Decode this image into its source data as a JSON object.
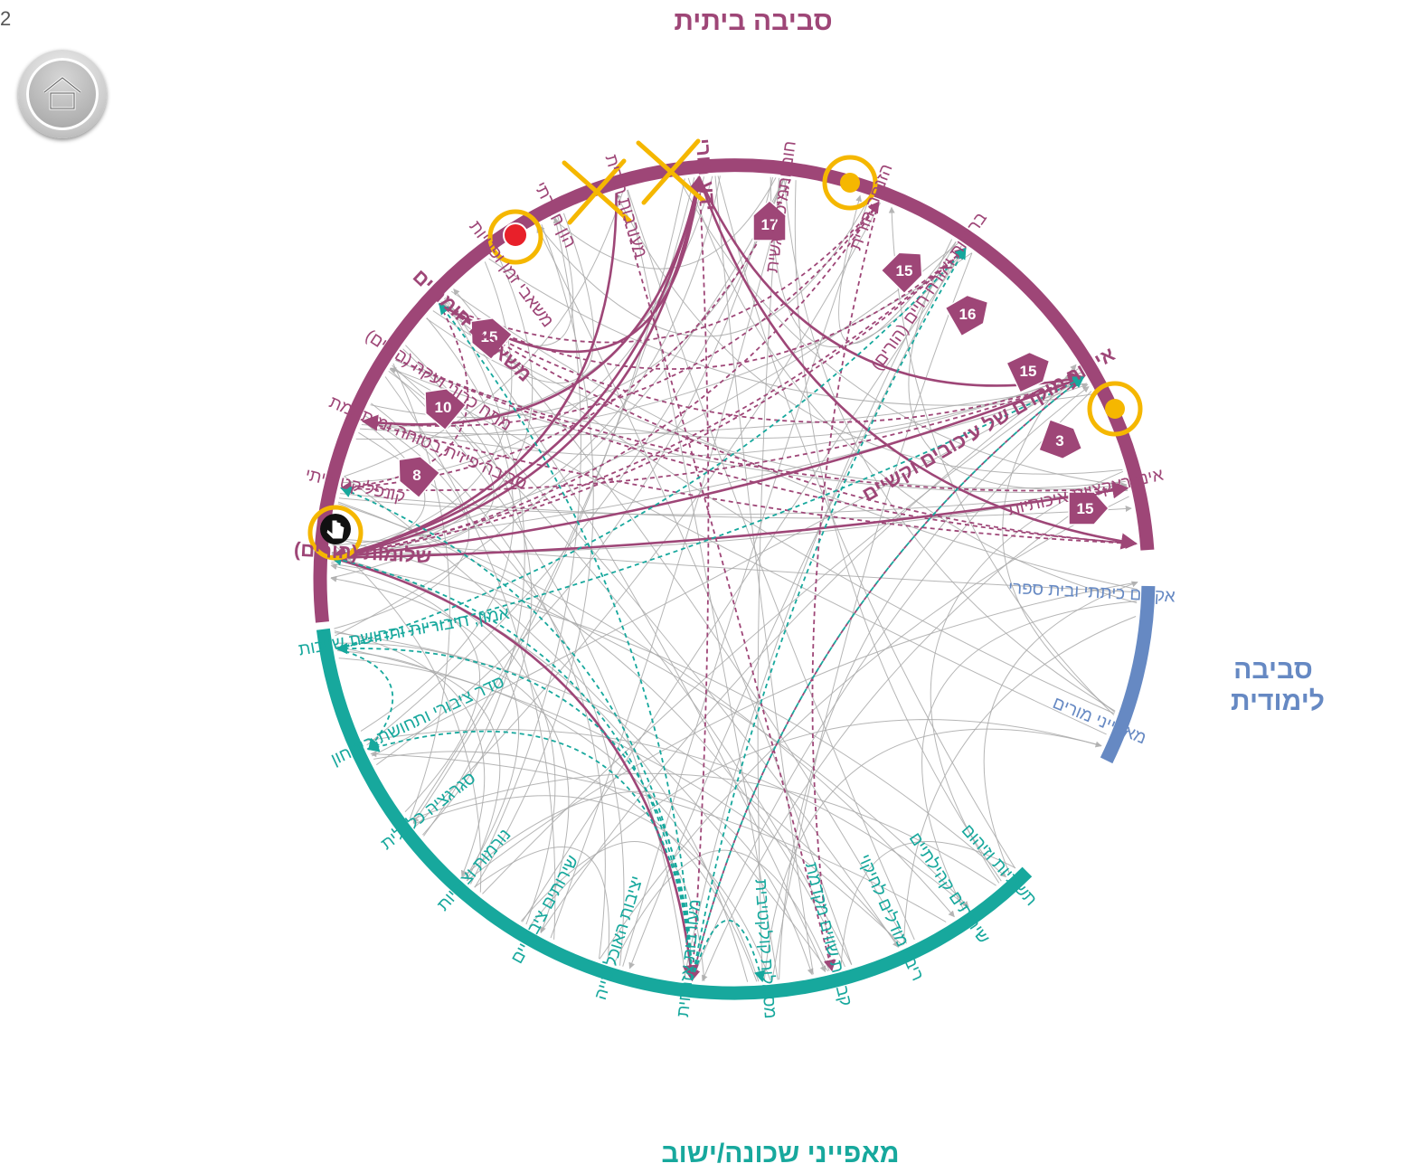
{
  "page_number": "2",
  "home_button": {
    "icon": "home-icon"
  },
  "colors": {
    "home": "#9e4677",
    "learning": "#6689c3",
    "neighborhood": "#17a89d",
    "link_grey": "#a9a9a9",
    "highlight": "#f5b700",
    "red_marker": "#e8202a"
  },
  "sections": {
    "home": "סביבה ביתית",
    "learning": "סביבה לימודית",
    "neighborhood": "מאפייני שכונה/ישוב"
  },
  "home_factors": [
    "שלומות (הורים)",
    "קונפליקט ביתי",
    "סביבה פיזית בטוחה ומותאמת",
    "מתח כרוני ועקה (הורים)",
    "משאבים חומריים",
    "משאבי זמן ופנויות",
    "הון חברתי",
    "מעורבות הורית",
    "ידע הורי",
    "חום ותמיכה רגשית",
    "הזנחה הורית",
    "בריאות ואורח חיים (הורים)",
    "איתור מוקדם של עיכובים וקשיים",
    "אינטראקציות איכותיות"
  ],
  "learning_factors": [
    "אקלים כיתתי ובית ספרי",
    "מאפייני מורים"
  ],
  "neighborhood_factors": [
    "תשתיות וזיהום",
    "שירותים קהילתיים",
    "ריבוי מודלים לחיקוי",
    "קבוצת שווים מקדמת",
    "מסוגלות קולקטיבית",
    "מעורבות אזרחית",
    "יציבות האוכלוסייה",
    "שירותים ציבוריים",
    "נורמות וציפיות",
    "סגרגציה כלכלית",
    "סדר ציבורי ותחושת ביטחון",
    "אמון, חיבוריות ותחושת שייכות"
  ],
  "link_counts": [
    "17",
    "15",
    "16",
    "15",
    "15",
    "15",
    "10",
    "8",
    "3"
  ],
  "markers": {
    "crossed_out": [
      "משאבי זמן ופנויות",
      "הון חברתי"
    ],
    "circled": [
      "ידע הורי",
      "איתור מוקדם של עיכובים וקשיים",
      "שלומות (הורים)",
      "משאבים חומריים"
    ],
    "red_dot": "משאבים חומריים",
    "cursor_icon": "pointer-hand-icon"
  }
}
